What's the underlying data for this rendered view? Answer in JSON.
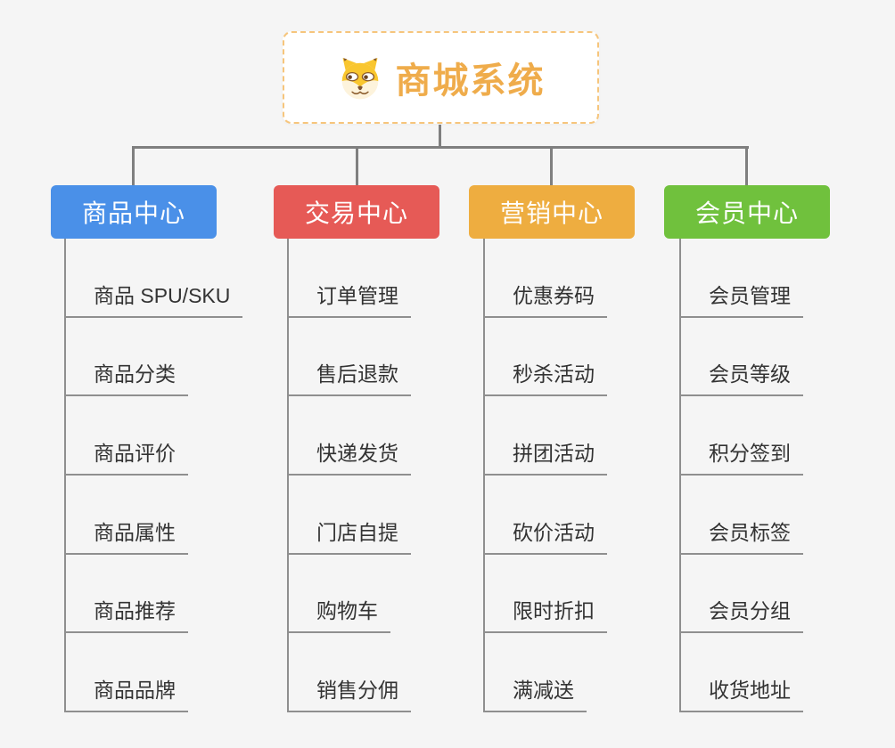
{
  "colors": {
    "background": "#F5F5F5",
    "connector": "#7F7F7F",
    "topic_line": "#8F8F8F",
    "topic_text": "#333333"
  },
  "root": {
    "label": "商城系统",
    "icon": "doge-icon",
    "text_color": "#EFAC4B",
    "border_color": "#F6C57C",
    "background": "#FFFFFF"
  },
  "branches": [
    {
      "id": "product-center",
      "label": "商品中心",
      "color": "#4A90E8",
      "text_color": "#FFFFFF",
      "items": [
        "商品 SPU/SKU",
        "商品分类",
        "商品评价",
        "商品属性",
        "商品推荐",
        "商品品牌"
      ]
    },
    {
      "id": "trade-center",
      "label": "交易中心",
      "color": "#E65A56",
      "text_color": "#FFFFFF",
      "items": [
        "订单管理",
        "售后退款",
        "快递发货",
        "门店自提",
        "购物车",
        "销售分佣"
      ]
    },
    {
      "id": "marketing-center",
      "label": "营销中心",
      "color": "#EEAD40",
      "text_color": "#FFFFFF",
      "items": [
        "优惠券码",
        "秒杀活动",
        "拼团活动",
        "砍价活动",
        "限时折扣",
        "满减送"
      ]
    },
    {
      "id": "member-center",
      "label": "会员中心",
      "color": "#70C13D",
      "text_color": "#FFFFFF",
      "items": [
        "会员管理",
        "会员等级",
        "积分签到",
        "会员标签",
        "会员分组",
        "收货地址"
      ]
    }
  ]
}
